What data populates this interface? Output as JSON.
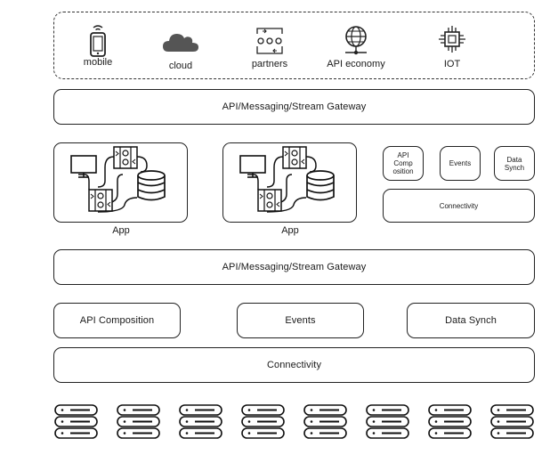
{
  "channels": [
    {
      "label": "mobile",
      "icon": "mobile-phone-icon"
    },
    {
      "label": "cloud",
      "icon": "cloud-icon"
    },
    {
      "label": "partners",
      "icon": "partners-icon"
    },
    {
      "label": "API economy",
      "icon": "globe-network-icon"
    },
    {
      "label": "IOT",
      "icon": "chip-icon"
    }
  ],
  "gateway_top": {
    "label": "API/Messaging/Stream Gateway"
  },
  "apps": [
    {
      "label": "App"
    },
    {
      "label": "App"
    }
  ],
  "app_services": {
    "api_composition": "API\nComp\nosition",
    "events": "Events",
    "data_synch": "Data\nSynch",
    "connectivity": "Connectivity"
  },
  "gateway_bottom": {
    "label": "API/Messaging/Stream Gateway"
  },
  "platform_services": {
    "api_composition": "API Composition",
    "events": "Events",
    "data_synch": "Data Synch"
  },
  "connectivity": {
    "label": "Connectivity"
  },
  "server_racks": {
    "count": 8,
    "icon": "server-rack-icon"
  }
}
